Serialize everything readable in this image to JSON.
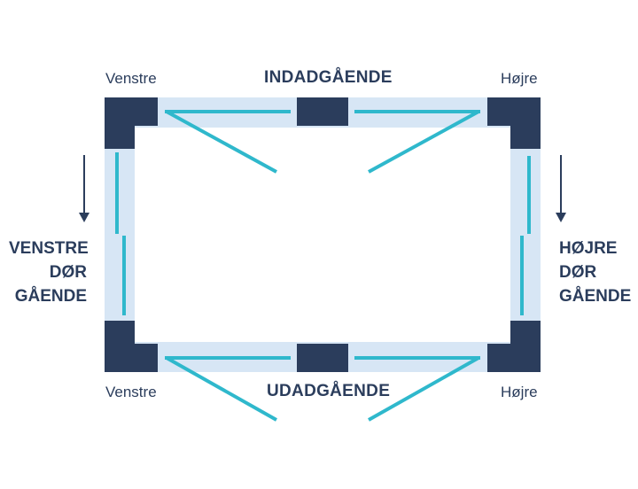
{
  "labels": {
    "top_left": "Venstre",
    "top_center": "INDADGÅENDE",
    "top_right": "Højre",
    "bottom_left": "Venstre",
    "bottom_center": "UDADGÅENDE",
    "bottom_right": "Højre",
    "left_side": [
      "VENSTRE",
      "DØR",
      "GÅENDE"
    ],
    "right_side": [
      "HØJRE",
      "DØR",
      "GÅENDE"
    ]
  },
  "colors": {
    "frame_dark": "#2b3d5c",
    "frame_light": "#d7e6f5",
    "door_line": "#2fb8cc",
    "text": "#2b3d5c"
  }
}
